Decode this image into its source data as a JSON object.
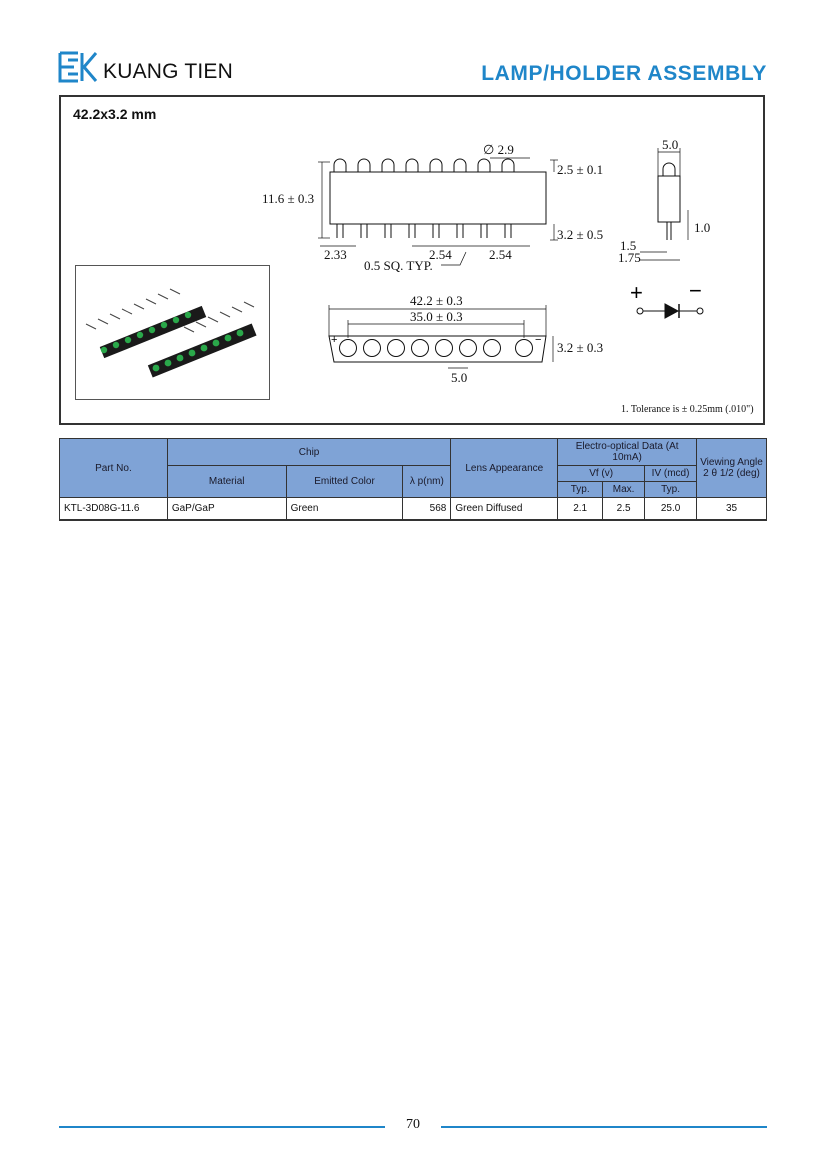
{
  "header": {
    "brand": "KUANG TIEN",
    "title": "LAMP/HOLDER ASSEMBLY",
    "accent_color": "#1f86c9",
    "logo_icon": "kt-logo-icon"
  },
  "spec": {
    "title": "42.2x3.2 mm"
  },
  "drawing": {
    "dims": {
      "diameter": "∅ 2.9",
      "lamp_height": "2.5 ± 0.1",
      "total_height": "11.6 ± 0.3",
      "lead_height": "3.2 ± 0.5",
      "end_offset": "2.33",
      "pitch_a": "2.54",
      "pitch_b": "2.54",
      "lead_sq": "0.5 SQ. TYP.",
      "side_width": "5.0",
      "side_lead": "1.0",
      "side_a": "1.5",
      "side_b": "1.75",
      "length": "42.2 ± 0.3",
      "inner_length": "35.0 ± 0.3",
      "width": "3.2 ± 0.3",
      "spacing": "5.0",
      "plus": "+",
      "minus": "−"
    },
    "symbol": {
      "plus": "+",
      "minus": "−"
    },
    "note": "1. Tolerance is ± 0.25mm (.010\")"
  },
  "table": {
    "headers": {
      "part_no": "Part No.",
      "chip": "Chip",
      "material": "Material",
      "emitted_color": "Emitted Color",
      "wavelength": "λ p(nm)",
      "lens": "Lens Appearance",
      "eo_data": "Electro-optical Data (At 10mA)",
      "vf": "Vf  (v)",
      "iv": "IV  (mcd)",
      "typ": "Typ.",
      "max": "Max.",
      "typ2": "Typ.",
      "viewing": "Viewing Angle 2 θ 1/2 (deg)"
    },
    "rows": [
      {
        "part_no": "KTL-3D08G-11.6",
        "material": "GaP/GaP",
        "color": "Green",
        "wavelength": "568",
        "lens": "Green Diffused",
        "vf_typ": "2.1",
        "vf_max": "2.5",
        "iv_typ": "25.0",
        "angle": "35"
      }
    ]
  },
  "footer": {
    "page_number": "70"
  }
}
